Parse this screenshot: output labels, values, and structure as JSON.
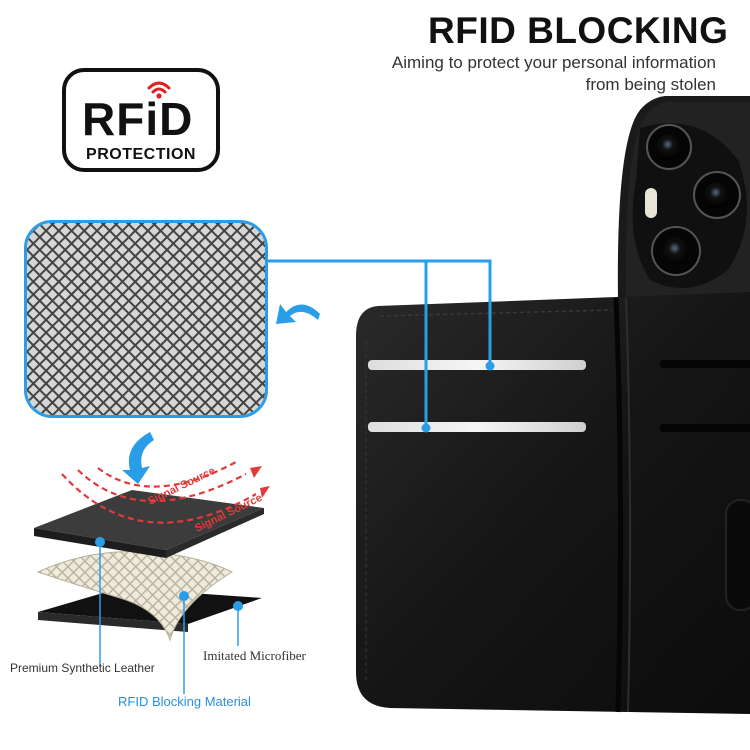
{
  "header": {
    "title": "RFID BLOCKING",
    "subtitle_line1": "Aiming to protect your personal information",
    "subtitle_line2": "from being stolen"
  },
  "badge": {
    "main": "RFiD",
    "sub": "PROTECTION",
    "icon": "wireless-signal-icon"
  },
  "layers": {
    "signal_1": "Signal Source",
    "signal_2": "Signal Source",
    "label_leather": "Premium Synthetic Leather",
    "label_microfiber": "Imitated Microfiber",
    "label_rfid": "RFID Blocking Material"
  },
  "colors": {
    "accent_blue": "#2a9de8",
    "signal_red": "#e23a3a",
    "wallet_black": "#161616"
  }
}
